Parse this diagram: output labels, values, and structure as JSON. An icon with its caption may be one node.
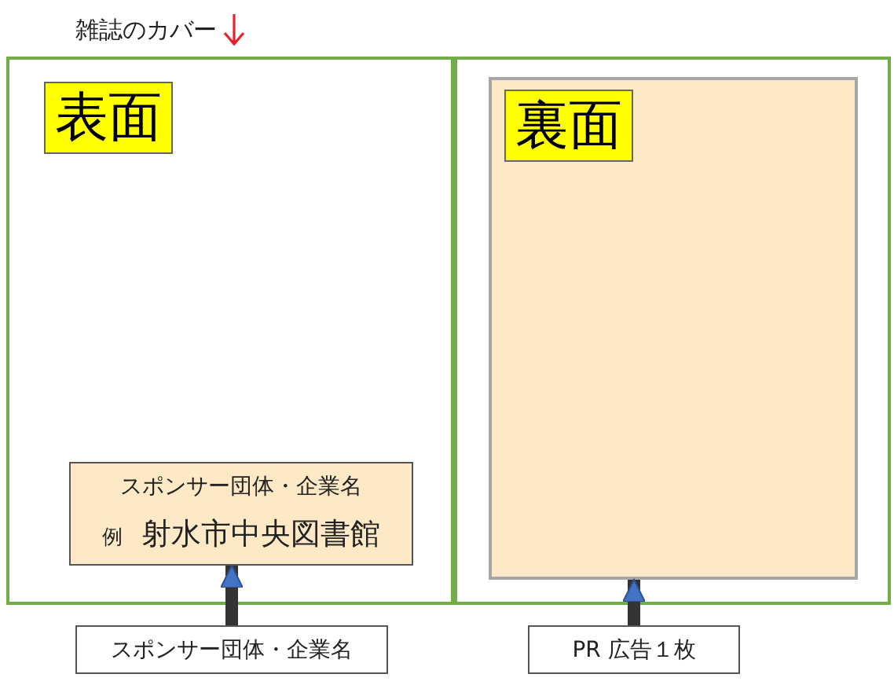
{
  "diagram": {
    "title": "雑誌のカバー",
    "nodes": [
      {
        "text": [
          "表面"
        ]
      },
      {
        "text": [],
        "shape": "box"
      },
      {
        "text": [
          "裏面"
        ],
        "in": 1
      },
      {
        "text": [
          "スポンサー団体・企業名",
          "例",
          "射水市中央図書館"
        ],
        "in": 0
      },
      {
        "text": [
          "スポンサー団体・企業名"
        ]
      },
      {
        "text": [
          "PR 広告１枚"
        ]
      }
    ],
    "edges": [
      {
        "from": 4,
        "to": 3,
        "arrow": "to"
      },
      {
        "from": 5,
        "to": 2,
        "arrow": "to"
      }
    ]
  }
}
